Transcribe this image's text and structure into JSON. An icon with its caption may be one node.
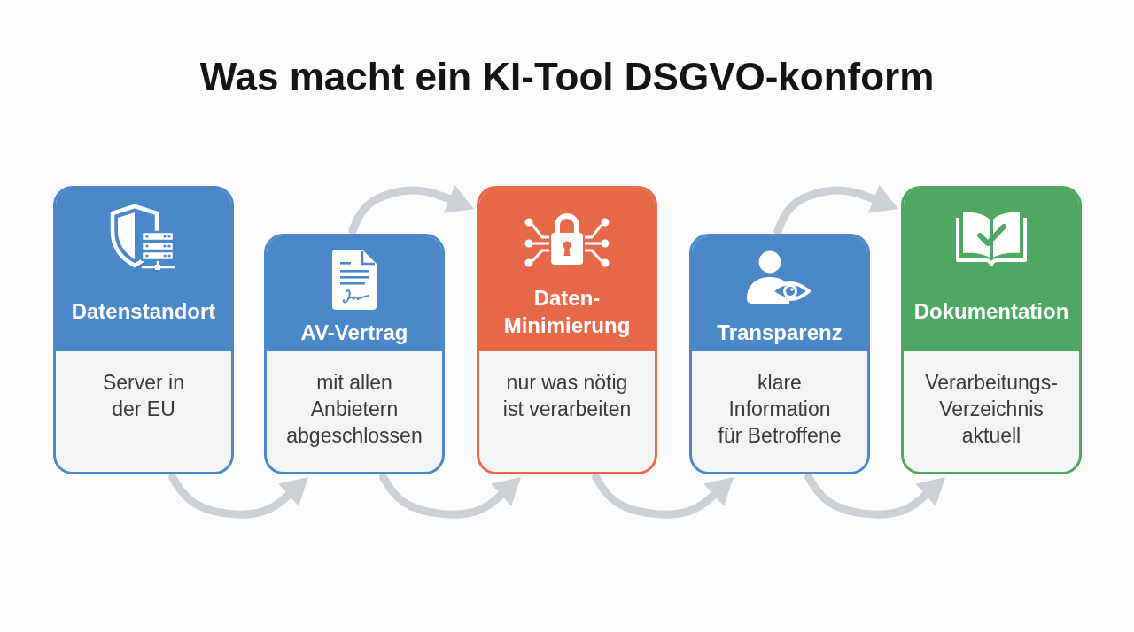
{
  "diagram": {
    "title": "Was macht ein KI-Tool DSGVO-konform",
    "nodes": [
      {
        "text": [
          "Datenstandort",
          "Server in der EU"
        ]
      },
      {
        "text": [
          "AV-Vertrag",
          "mit allen Anbietern abgeschlossen"
        ]
      },
      {
        "text": [
          "Daten- Minimierung",
          "nur was nötig ist verarbeiten"
        ]
      },
      {
        "text": [
          "Transparenz",
          "klare Information für Betroffene"
        ]
      },
      {
        "text": [
          "Dokumentation",
          "Verarbeitungs- Verzeichnis aktuell"
        ]
      }
    ],
    "edges": [
      {
        "from": 0,
        "to": 1,
        "arrow": "to"
      },
      {
        "from": 1,
        "to": 2,
        "arrow": "to"
      },
      {
        "from": 1,
        "to": 2,
        "arrow": "to"
      },
      {
        "from": 2,
        "to": 3,
        "arrow": "to"
      },
      {
        "from": 3,
        "to": 4,
        "arrow": "to"
      },
      {
        "from": 3,
        "to": 4,
        "arrow": "to"
      }
    ]
  }
}
